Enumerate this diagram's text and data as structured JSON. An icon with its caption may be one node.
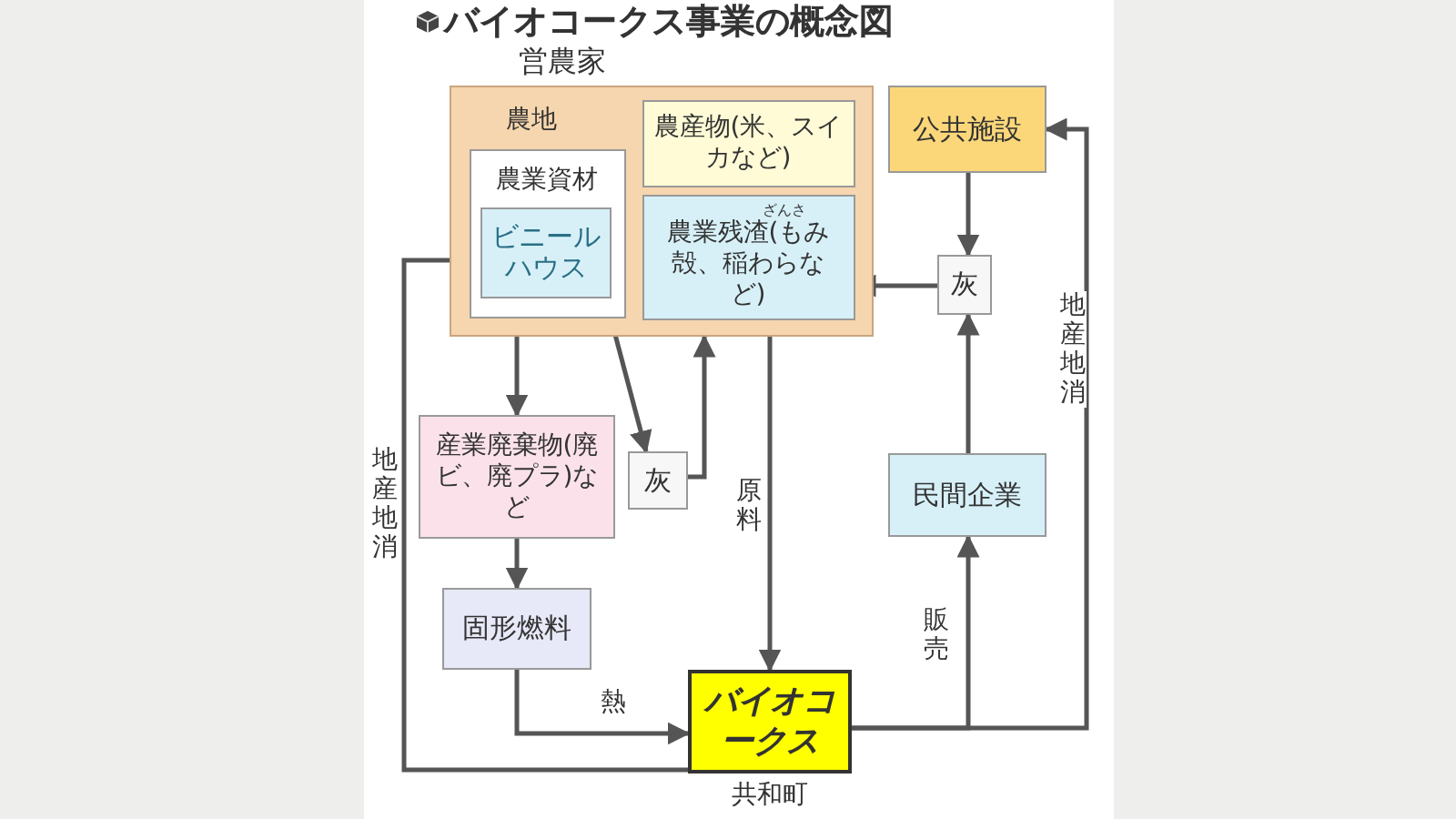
{
  "diagram": {
    "title": "バイオコークス事業の概念図",
    "nodes": [
      {
        "text": [
          "農地"
        ]
      },
      {
        "text": [
          "農産物(米、スイカなど)"
        ],
        "in": 0
      },
      {
        "text": [
          "農業資材"
        ],
        "in": 0
      },
      {
        "text": [
          "ビニールハウス"
        ],
        "in": 2
      },
      {
        "text": [
          "ざんさ",
          "農業残渣(もみ殻、稲わらなど)"
        ],
        "in": 0
      },
      {
        "text": [
          "公共施設"
        ]
      },
      {
        "text": [
          "灰"
        ]
      },
      {
        "text": [
          "産業廃棄物(廃ビ、廃プラ)など"
        ]
      },
      {
        "text": [
          "灰"
        ]
      },
      {
        "text": [
          "民間企業"
        ]
      },
      {
        "text": [
          "固形燃料"
        ]
      },
      {
        "text": [
          "バイオコークス"
        ],
        "beside": [
          "共和町"
        ]
      }
    ],
    "edges": [
      {
        "from": 11,
        "to": 3,
        "arrow": "to",
        "label": "地産地消"
      },
      {
        "from": 2,
        "to": 7,
        "arrow": "to"
      },
      {
        "from": 3,
        "to": 8,
        "arrow": "to"
      },
      {
        "from": 8,
        "to": 0,
        "arrow": "to"
      },
      {
        "from": 4,
        "to": 11,
        "arrow": "to",
        "label": "原料"
      },
      {
        "from": 7,
        "to": 10,
        "arrow": "to"
      },
      {
        "from": 10,
        "to": 11,
        "arrow": "to",
        "label": "熱"
      },
      {
        "from": 11,
        "to": 9,
        "arrow": "to",
        "label": "販売"
      },
      {
        "from": 11,
        "to": 5,
        "arrow": "to",
        "label": "地産地消"
      },
      {
        "from": 9,
        "to": 6,
        "arrow": "to"
      },
      {
        "from": 5,
        "to": 6,
        "arrow": "to"
      },
      {
        "from": 6,
        "to": 4,
        "arrow": "to"
      }
    ],
    "labels": [
      "営農家"
    ]
  }
}
